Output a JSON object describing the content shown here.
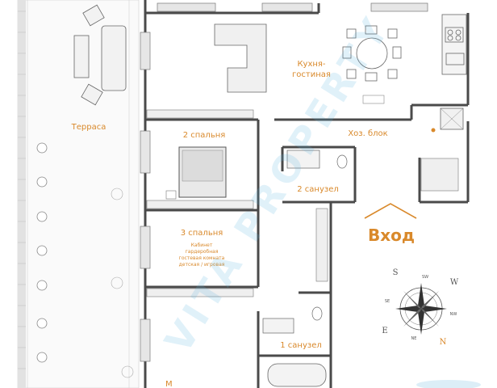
{
  "rooms": {
    "terrace": "Терраса",
    "kitchen_line1": "Кухня-",
    "kitchen_line2": "гостиная",
    "bedroom2": "2 спальня",
    "bedroom3": "3 спальня",
    "bedroom3_note_line1": "Кабинет",
    "bedroom3_note_line2": "гардеробная",
    "bedroom3_note_line3": "гостевая комната",
    "bedroom3_note_line4": "детская / игровая",
    "utility": "Хоз. блок",
    "bathroom2": "2 санузел",
    "bathroom1": "1 санузел",
    "master_partial": "М"
  },
  "entry": "Вход",
  "compass": {
    "n": "N",
    "s": "S",
    "e": "E",
    "w": "W",
    "sw": "SW",
    "se": "SE",
    "nw": "NW",
    "ne": "NE"
  },
  "watermark": "VITA PROPERTY",
  "colors": {
    "wall": "#4a4a4a",
    "accent": "#d9892b",
    "line": "#888888",
    "watermark": "#5ab3e0"
  }
}
